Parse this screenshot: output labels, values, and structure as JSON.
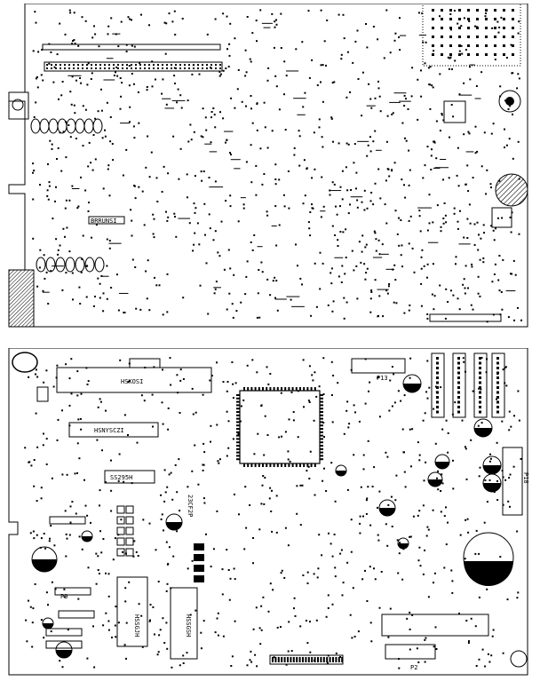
{
  "colors": {
    "ink": "#000000",
    "paper": "#ffffff"
  },
  "top_panel": {
    "labels": {
      "ic_label": "BRRUNSI"
    }
  },
  "bottom_panel": {
    "labels": {
      "p18": "P18",
      "p13": "P13",
      "u_top": "HSKOSI",
      "u_mid": "HSNYSCZI",
      "u_ic": "SS295H",
      "u_ic2": "23CF2P",
      "u_bot_left": "HSSGJH",
      "u_bot_mid": "HSSGSH",
      "p9": "P9",
      "p2": "P2"
    }
  }
}
